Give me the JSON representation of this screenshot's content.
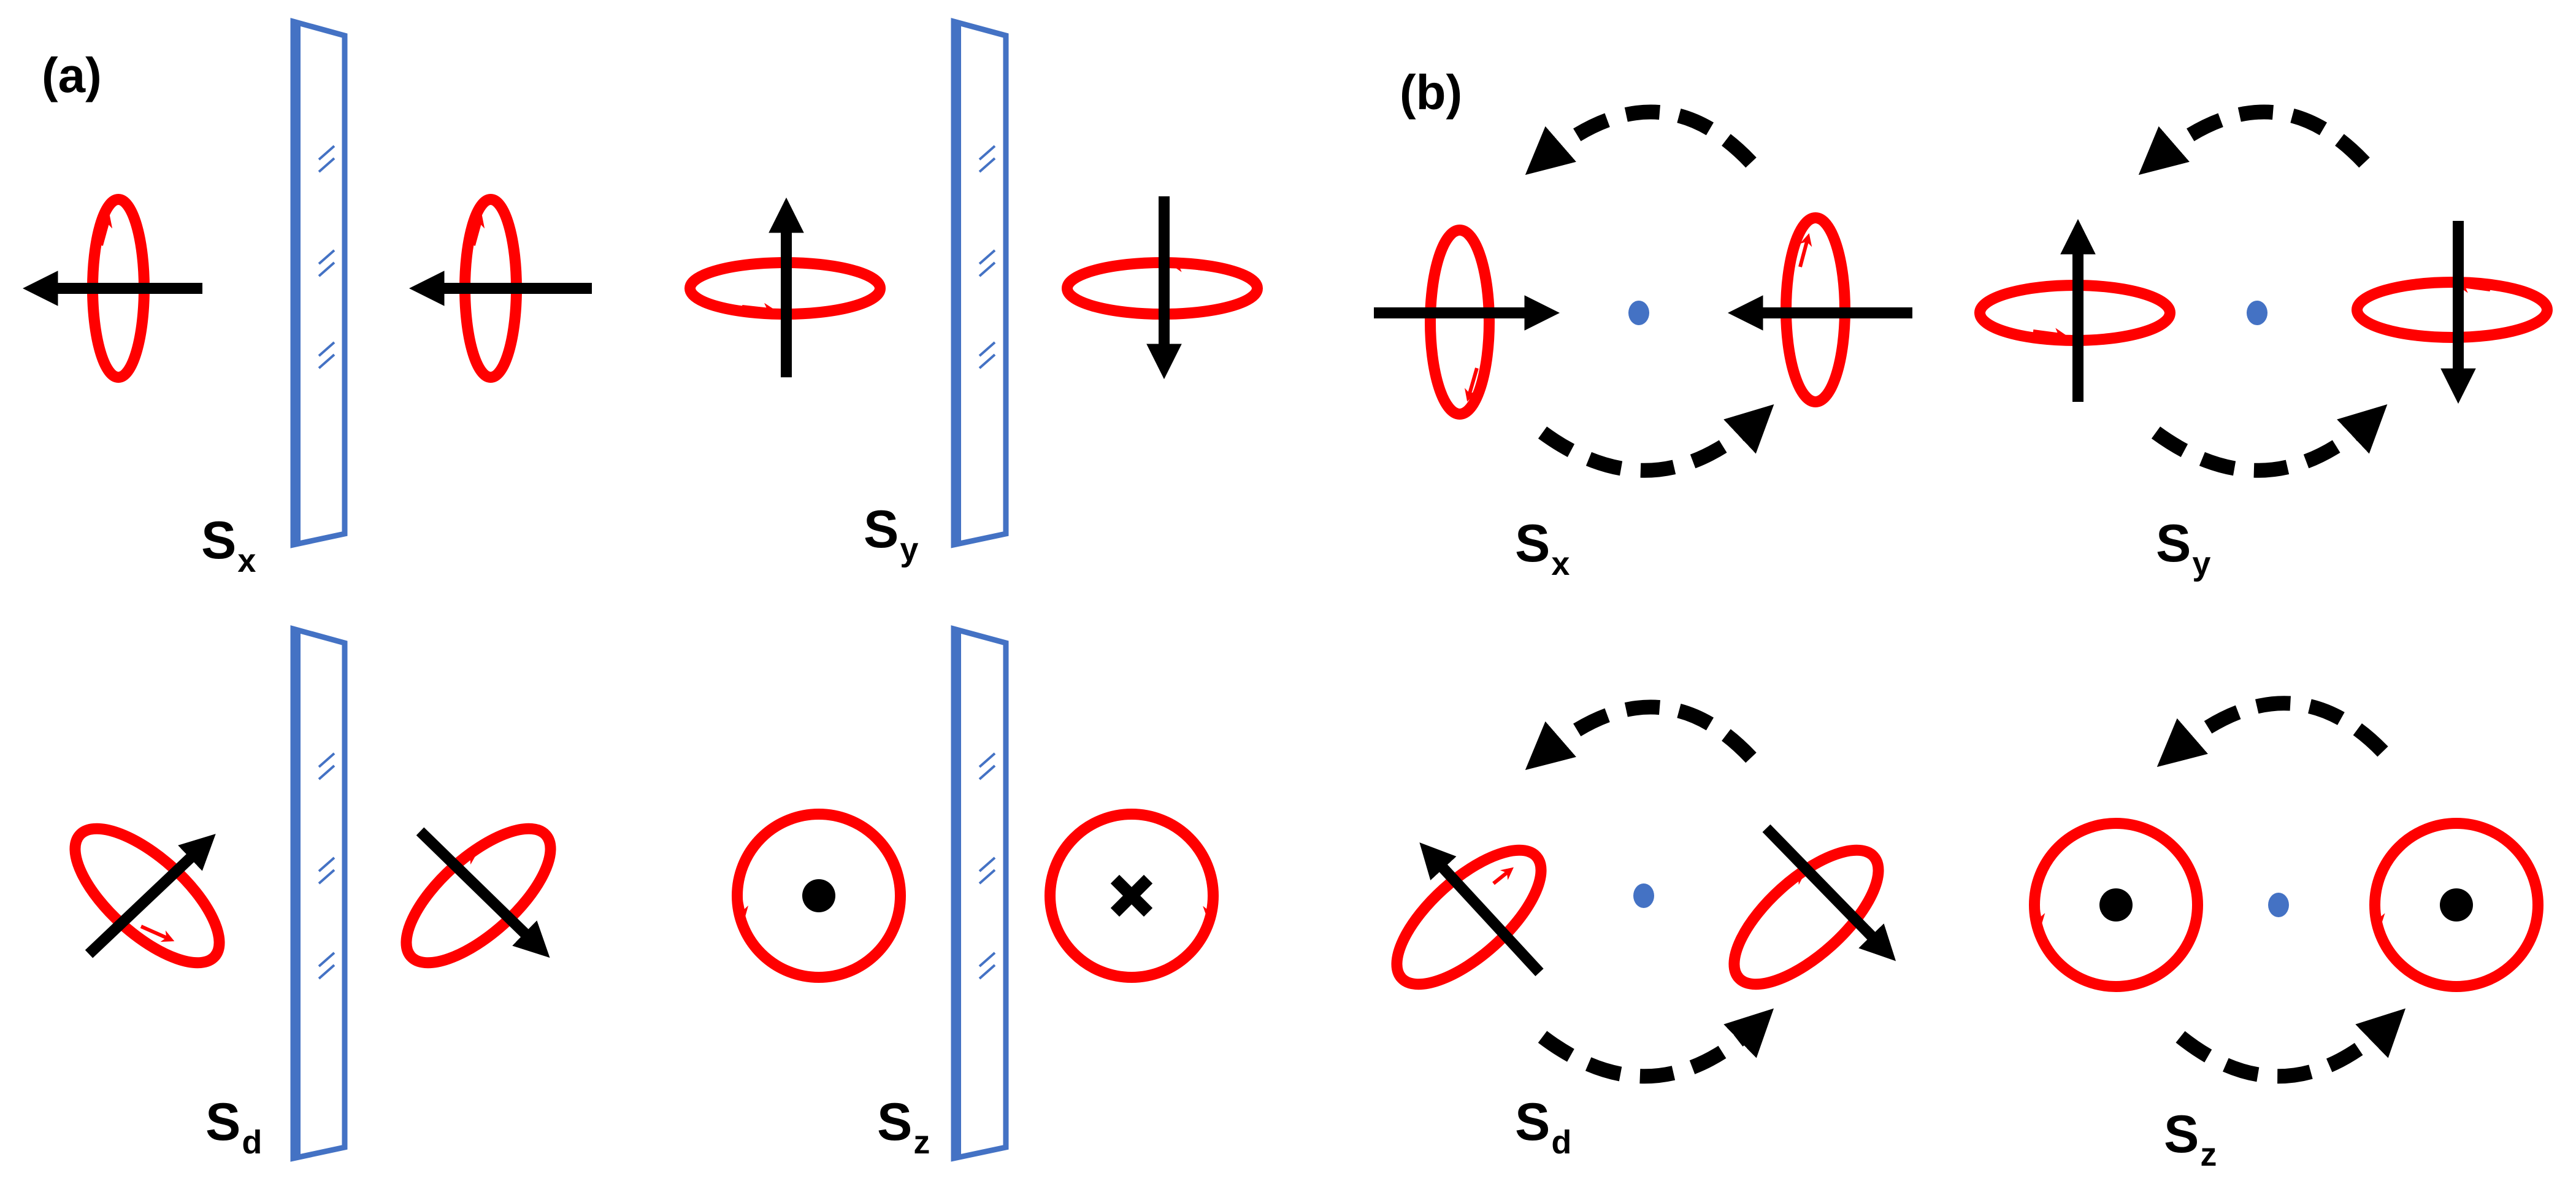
{
  "panel_a": {
    "label": "(a)",
    "cells": [
      {
        "name": "x",
        "symbol": "S",
        "subscript": "x"
      },
      {
        "name": "y",
        "symbol": "S",
        "subscript": "y"
      },
      {
        "name": "d",
        "symbol": "S",
        "subscript": "d"
      },
      {
        "name": "z",
        "symbol": "S",
        "subscript": "z"
      }
    ]
  },
  "panel_b": {
    "label": "(b)",
    "cells": [
      {
        "name": "x",
        "symbol": "S",
        "subscript": "x"
      },
      {
        "name": "y",
        "symbol": "S",
        "subscript": "y"
      },
      {
        "name": "d",
        "symbol": "S",
        "subscript": "d"
      },
      {
        "name": "z",
        "symbol": "S",
        "subscript": "z"
      }
    ]
  },
  "colors": {
    "loop": "#ff0000",
    "arrow": "#000000",
    "plate_stroke": "#4472c4",
    "plate_fill": "#ffffff",
    "center_dot": "#4472c4"
  }
}
